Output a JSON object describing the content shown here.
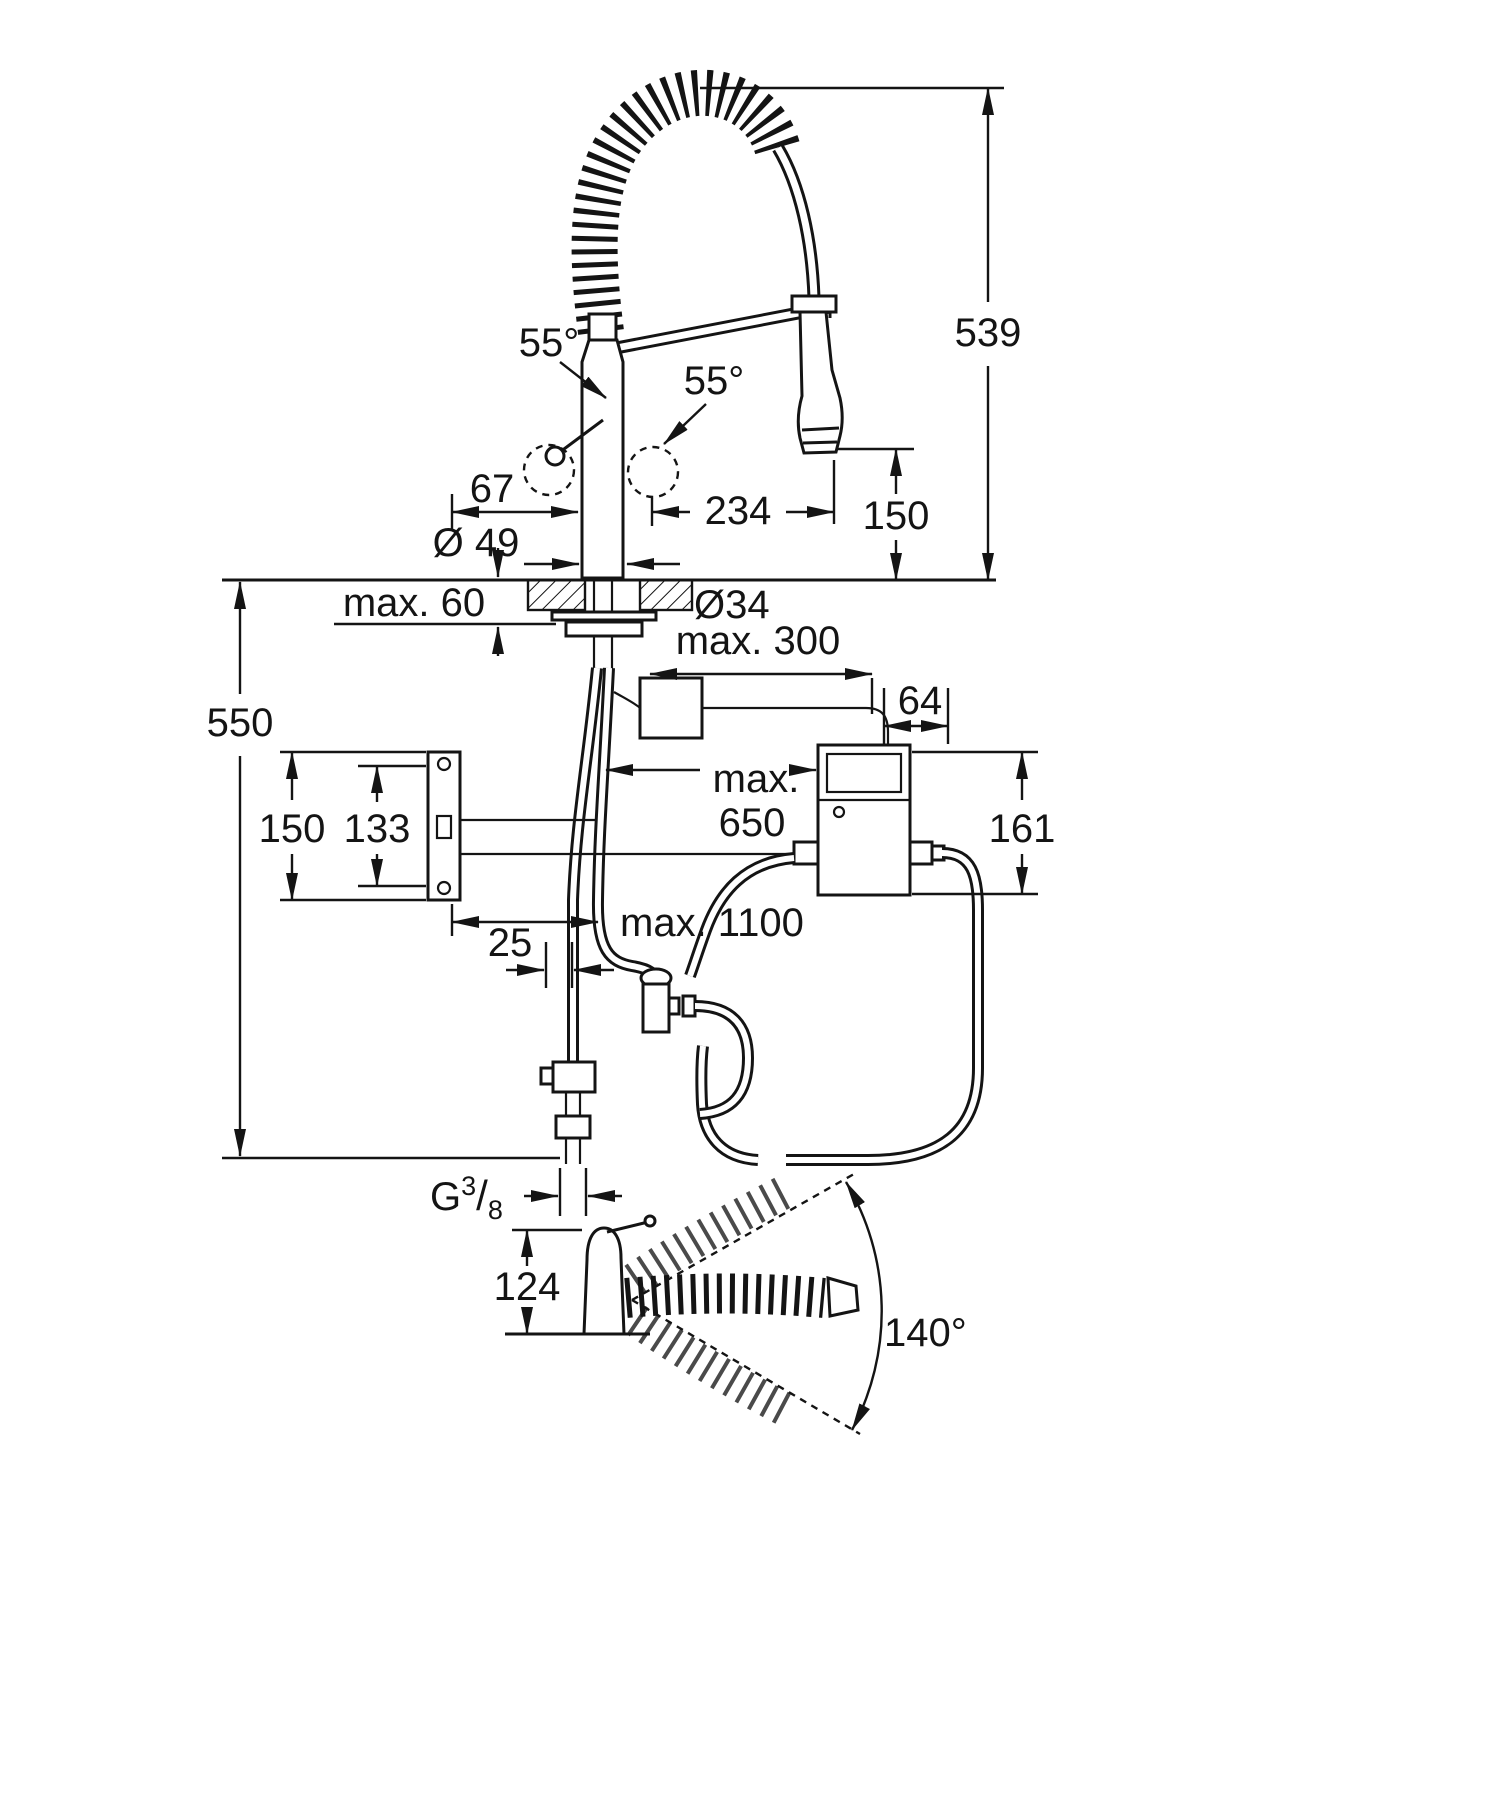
{
  "labels": {
    "dim539": "539",
    "angle55_left": "55°",
    "angle55_right": "55°",
    "dim67": "67",
    "dim234": "234",
    "dim150_spray": "150",
    "dia49": "Ø 49",
    "max60": "max. 60",
    "dia34": "Ø34",
    "max300": "max. 300",
    "dim64": "64",
    "dim550": "550",
    "dim150_plate": "150",
    "dim133": "133",
    "max650_line1": "max.",
    "max650_line2": "650",
    "dim161": "161",
    "max1100": "max. 1100",
    "dim25": "25",
    "g38_prefix": "G",
    "g38_sup": "3",
    "g38_slash": "/",
    "g38_sub": "8",
    "dim124": "124",
    "angle140": "140°"
  }
}
